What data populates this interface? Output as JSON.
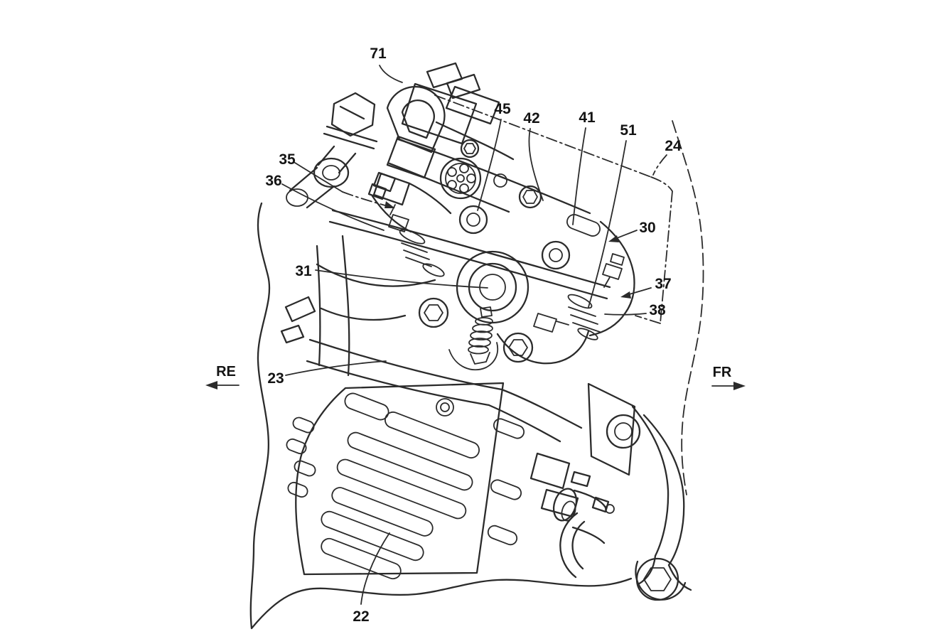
{
  "figure": {
    "type": "patent-line-drawing",
    "subject": "engine side view",
    "background_color": "#ffffff",
    "line_color": "#2b2b2b",
    "part_labels": [
      {
        "ref": "71"
      },
      {
        "ref": "45"
      },
      {
        "ref": "42"
      },
      {
        "ref": "41"
      },
      {
        "ref": "51"
      },
      {
        "ref": "24"
      },
      {
        "ref": "30"
      },
      {
        "ref": "37"
      },
      {
        "ref": "38"
      },
      {
        "ref": "35"
      },
      {
        "ref": "36"
      },
      {
        "ref": "31"
      },
      {
        "ref": "23"
      },
      {
        "ref": "22"
      }
    ],
    "direction_indicators": [
      {
        "label": "RE",
        "arrow": "left"
      },
      {
        "label": "FR",
        "arrow": "right"
      }
    ]
  }
}
